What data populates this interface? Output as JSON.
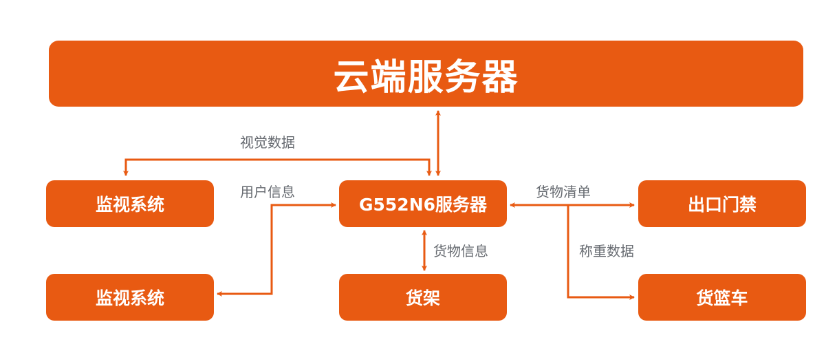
{
  "colors": {
    "accent": "#e85a12",
    "label_text": "#666a70",
    "box_text": "#ffffff",
    "background": "#ffffff"
  },
  "nodes": {
    "cloud_server": "云端服务器",
    "monitor_top": "监视系统",
    "monitor_bottom": "监视系统",
    "g552n6_server": "G552N6服务器",
    "shelf": "货架",
    "exit_gate": "出口门禁",
    "basket_cart": "货篮车"
  },
  "edges": {
    "visual_data": "视觉数据",
    "user_info": "用户信息",
    "goods_list": "货物清单",
    "weighing_data": "称重数据",
    "goods_info": "货物信息"
  }
}
